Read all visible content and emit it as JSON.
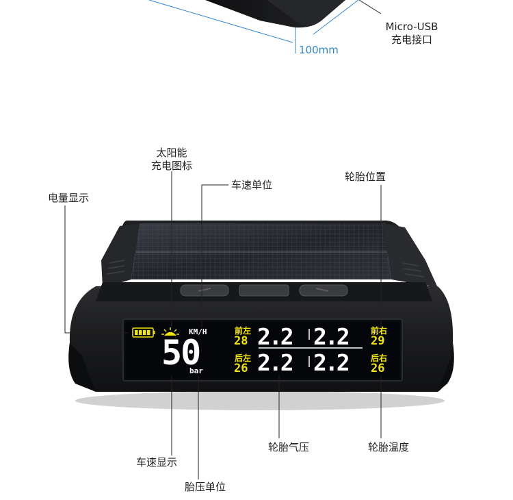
{
  "top_section": {
    "width_dimension": "100mm",
    "port_label_line1": "Micro-USB",
    "port_label_line2": "充电接口"
  },
  "callouts": {
    "solar_icon_line1": "太阳能",
    "solar_icon_line2": "充电图标",
    "speed_unit": "车速单位",
    "battery_display": "电量显示",
    "tire_position": "轮胎位置",
    "speed_display": "车速显示",
    "pressure_unit": "胎压单位",
    "tire_pressure": "轮胎气压",
    "tire_temperature": "轮胎温度"
  },
  "lcd": {
    "speed_unit": "KM/H",
    "speed_value": "50",
    "pressure_unit": "bar",
    "front_left": {
      "label": "前左",
      "temp": "28",
      "pressure": "2.2"
    },
    "front_right": {
      "label": "前右",
      "temp": "29",
      "pressure": "2.2"
    },
    "rear_left": {
      "label": "后左",
      "temp": "26",
      "pressure": "2.2"
    },
    "rear_right": {
      "label": "后右",
      "temp": "26",
      "pressure": "2.2"
    }
  },
  "colors": {
    "lcd_background": "#05060a",
    "lcd_white": "#ffffff",
    "lcd_yellow": "#f2e600",
    "dimension_blue": "#2f86d1",
    "device_body": "#1a1b1d"
  }
}
